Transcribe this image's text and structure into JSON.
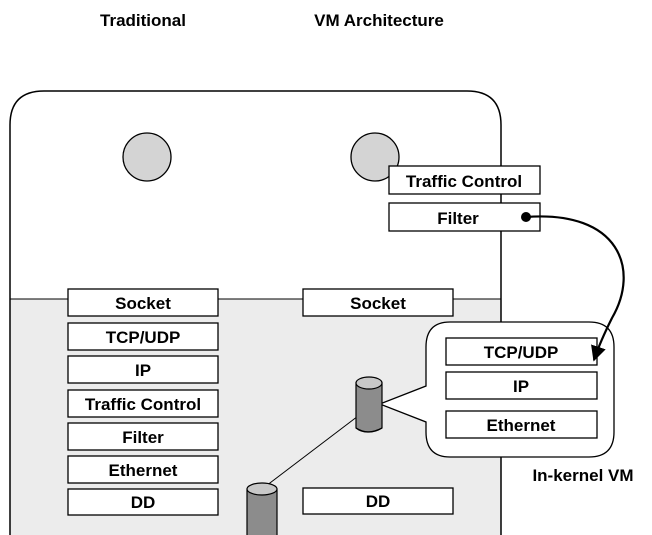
{
  "headers": {
    "traditional": "Traditional",
    "vm_architecture": "VM Architecture"
  },
  "traditional_stack": {
    "socket": "Socket",
    "tcp_udp": "TCP/UDP",
    "ip": "IP",
    "traffic_control": "Traffic Control",
    "filter": "Filter",
    "ethernet": "Ethernet",
    "dd": "DD"
  },
  "vm_user": {
    "traffic_control": "Traffic Control",
    "filter": "Filter"
  },
  "vm_kernel": {
    "socket": "Socket",
    "dd": "DD"
  },
  "callout": {
    "tcp_udp": "TCP/UDP",
    "ip": "IP",
    "ethernet": "Ethernet",
    "label": "In-kernel VM"
  },
  "colors": {
    "kernel_fill": "#ececec",
    "circle_fill": "#d4d4d4",
    "cylinder_fill": "#8c8c8c",
    "cylinder_top": "#c8c8c8"
  }
}
